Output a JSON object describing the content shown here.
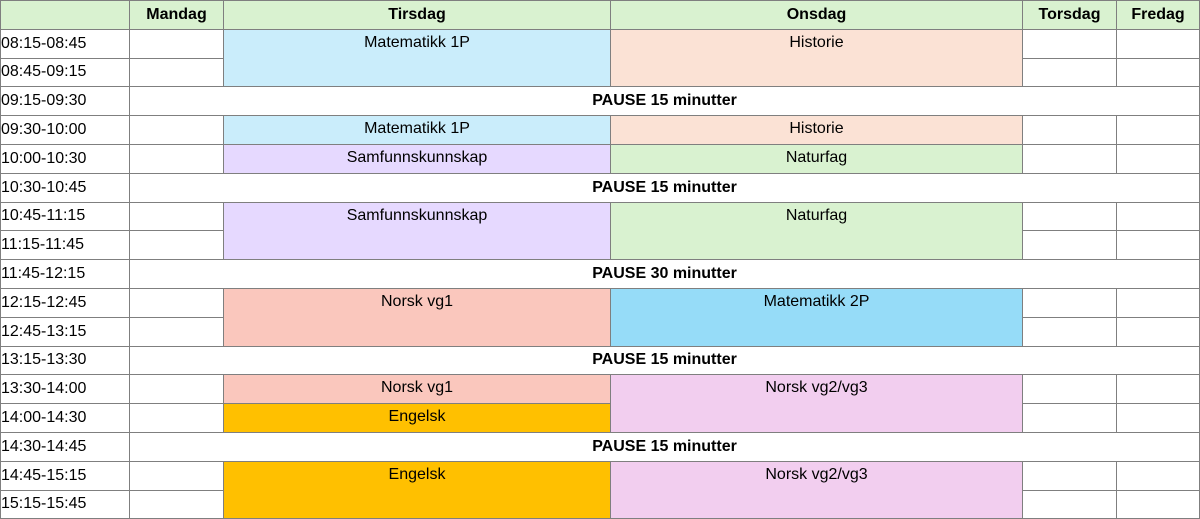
{
  "headers": {
    "corner": "",
    "days": [
      "Mandag",
      "Tirsdag",
      "Onsdag",
      "Torsdag",
      "Fredag"
    ]
  },
  "times": [
    "08:15-08:45",
    "08:45-09:15",
    "09:15-09:30",
    "09:30-10:00",
    "10:00-10:30",
    "10:30-10:45",
    "10:45-11:15",
    "11:15-11:45",
    "11:45-12:15",
    "12:15-12:45",
    "12:45-13:15",
    "13:15-13:30",
    "13:30-14:00",
    "14:00-14:30",
    "14:30-14:45",
    "14:45-15:15",
    "15:15-15:45"
  ],
  "pauses": [
    "PAUSE 15 minutter",
    "PAUSE 15 minutter",
    "PAUSE 30 minutter",
    "PAUSE 15 minutter",
    "PAUSE 15 minutter"
  ],
  "lessons": {
    "tue_1": "Matematikk 1P",
    "wed_1": "Historie",
    "tue_2": "Matematikk 1P",
    "wed_2": "Historie",
    "tue_3": "Samfunnskunnskap",
    "wed_3": "Naturfag",
    "tue_4": "Samfunnskunnskap",
    "wed_4": "Naturfag",
    "tue_5": "Norsk vg1",
    "wed_5": "Matematikk 2P",
    "tue_6": "Norsk vg1",
    "wed_6": "Norsk vg2/vg3",
    "tue_7": "Engelsk",
    "tue_8": "Engelsk",
    "wed_8": "Norsk vg2/vg3"
  },
  "colors": {
    "header_bg": "#d9f2d0",
    "matematikk_1p": "#caedfb",
    "historie": "#fbe2d5",
    "samfunnskunnskap": "#e6d9ff",
    "naturfag": "#d9f2d0",
    "norsk_vg1": "#fac7bd",
    "matematikk_2p": "#96dcf8",
    "engelsk": "#ffc000",
    "norsk_vg2_vg3": "#f2ceef",
    "grid_line": "#7f7f7f"
  }
}
